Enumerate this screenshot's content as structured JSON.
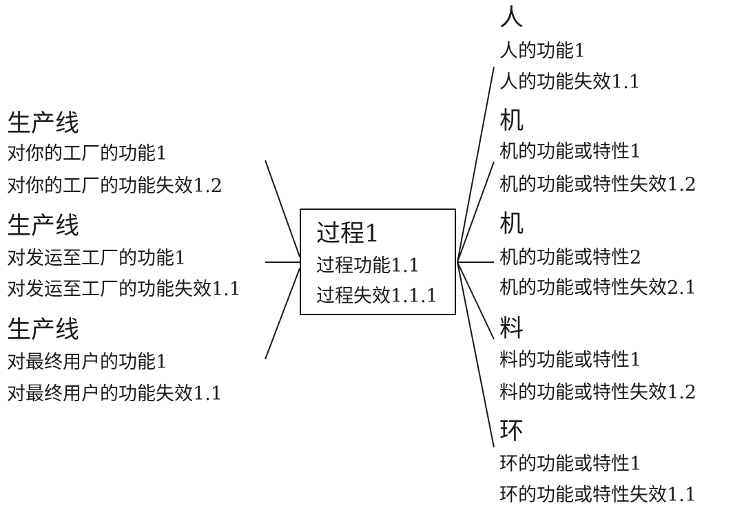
{
  "center": {
    "title": "过程1",
    "function": "过程功能1.1",
    "failure": "过程失效1.1.1"
  },
  "left_groups": [
    {
      "heading": "生产线",
      "function": "对你的工厂的功能1",
      "failure": "对你的工厂的功能失效1.2"
    },
    {
      "heading": "生产线",
      "function": "对发运至工厂的功能1",
      "failure": "对发运至工厂的功能失效1.1"
    },
    {
      "heading": "生产线",
      "function": "对最终用户的功能1",
      "failure": "对最终用户的功能失效1.1"
    }
  ],
  "right_groups": [
    {
      "heading": "人",
      "function": "人的功能1",
      "failure": "人的功能失效1.1"
    },
    {
      "heading": "机",
      "function": "机的功能或特性1",
      "failure": "机的功能或特性失效1.2"
    },
    {
      "heading": "机",
      "function": "机的功能或特性2",
      "failure": "机的功能或特性失效2.1"
    },
    {
      "heading": "料",
      "function": "料的功能或特性1",
      "failure": "料的功能或特性失效1.2"
    },
    {
      "heading": "环",
      "function": "环的功能或特性1",
      "failure": "环的功能或特性失效1.1"
    }
  ]
}
